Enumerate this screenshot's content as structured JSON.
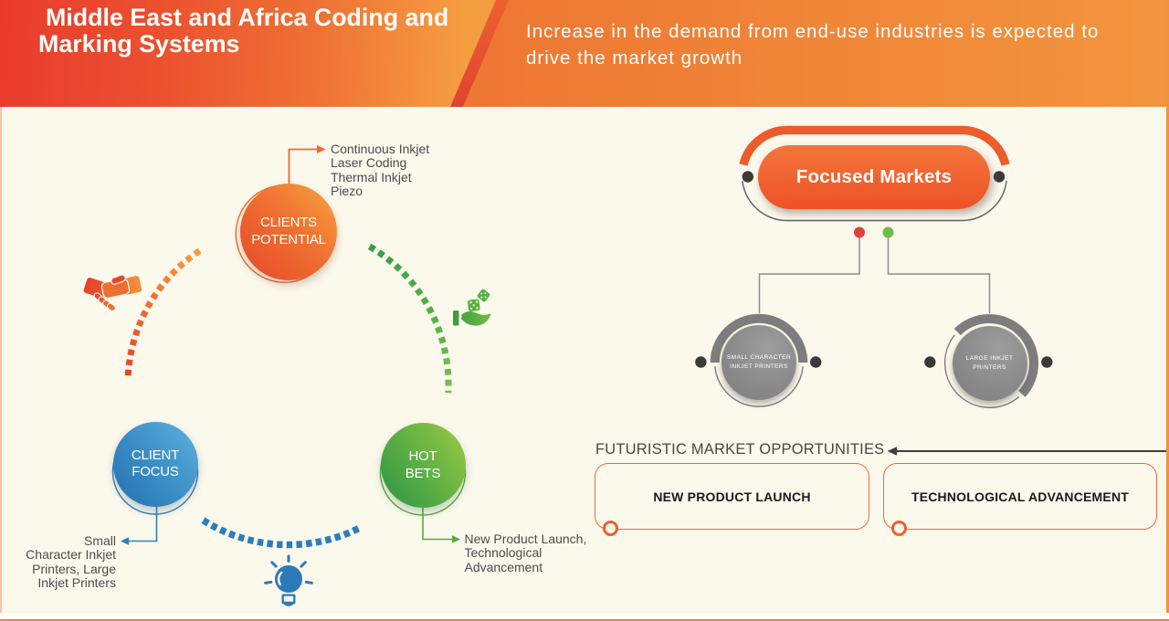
{
  "header": {
    "title": "Middle East and Africa Coding and\nMarking Systems",
    "subtitle": "Increase in the demand from end-use industries is expected to\ndrive the market growth"
  },
  "ecosystem": {
    "nodes": [
      {
        "id": "clients-potential",
        "label": "CLIENTS\nPOTENTIAL",
        "color": "#ee6a2e",
        "note": "Continuous Inkjet\nLaser Coding\nThermal Inkjet\nPiezo"
      },
      {
        "id": "client-focus",
        "label": "CLIENT\nFOCUS",
        "color": "#2e7fba",
        "note": "Small\nCharacter Inkjet\nPrinters, Large\nInkjet Printers"
      },
      {
        "id": "hot-bets",
        "label": "HOT\nBETS",
        "color": "#55ab3f",
        "note": "New Product Launch,\nTechnological\nAdvancement"
      }
    ],
    "icons": [
      "handshake-icon",
      "dice-in-hand-icon",
      "lightbulb-icon"
    ]
  },
  "focused_markets": {
    "title": "Focused Markets",
    "markets": [
      {
        "label": "SMALL CHARACTER\nINKJET PRINTERS"
      },
      {
        "label": "LARGE INKJET\nPRINTERS"
      }
    ]
  },
  "opportunities": {
    "heading": "FUTURISTIC MARKET OPPORTUNITIES",
    "items": [
      {
        "label": "NEW PRODUCT LAUNCH"
      },
      {
        "label": "TECHNOLOGICAL ADVANCEMENT"
      }
    ]
  },
  "palette": {
    "background": "#fbf8ec",
    "header_red": "#e93b2d",
    "header_orange": "#f2953d",
    "orange": "#ee5f2d",
    "blue": "#2e7fba",
    "green": "#55ab3f",
    "gray": "#7f7f7f",
    "dark_dot": "#3a3a3a",
    "red_dot": "#dc4140",
    "green_dot": "#6cbd4a"
  }
}
